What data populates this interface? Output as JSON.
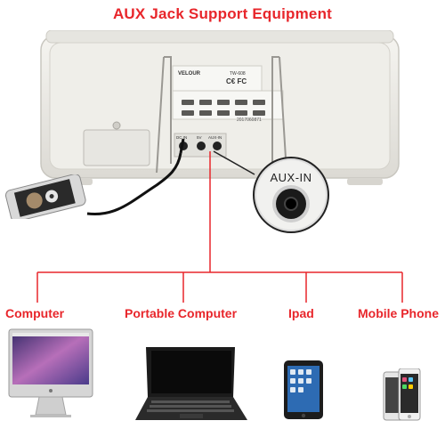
{
  "title": "AUX Jack Support Equipment",
  "device": {
    "brand": "VELOUR",
    "model": "TW-608",
    "serial": "2017060871",
    "port_labels": [
      "DC IN",
      "5V",
      "AUX-IN"
    ]
  },
  "aux_callout": {
    "label": "AUX-IN"
  },
  "categories": {
    "computer": "Computer",
    "portable": "Portable Computer",
    "ipad": "Ipad",
    "phone": "Mobile Phone"
  },
  "colors": {
    "accent": "#e8262b",
    "device_body": "#ecebe6",
    "device_panel": "#f3f2ee"
  }
}
